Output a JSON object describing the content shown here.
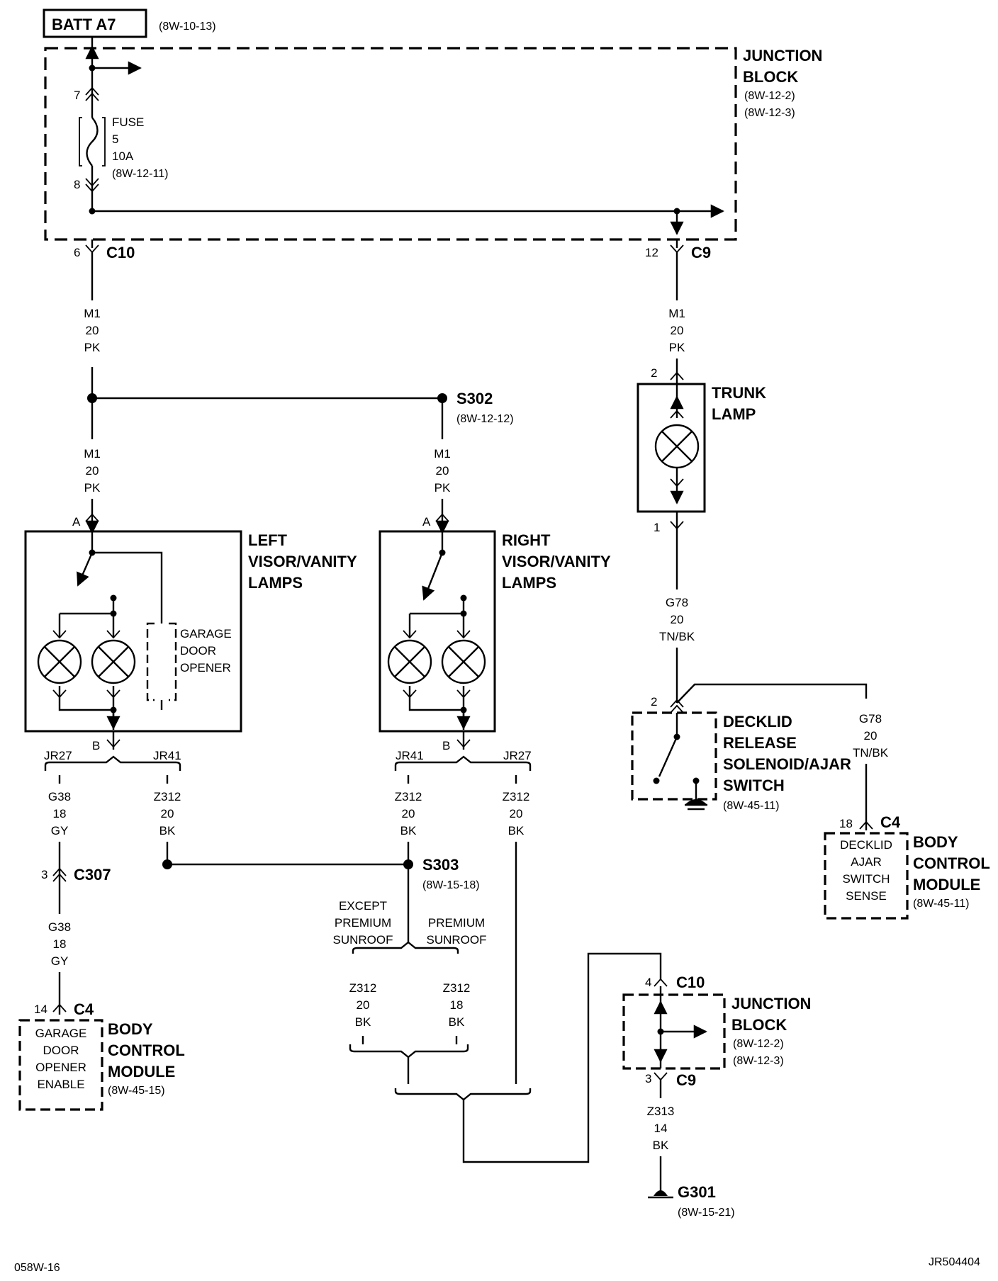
{
  "page_code": "058W-16",
  "figure_code": "JR504404",
  "batt": {
    "name": "BATT A7",
    "ref": "(8W-10-13)"
  },
  "junction_block_top": {
    "title1": "JUNCTION",
    "title2": "BLOCK",
    "ref1": "(8W-12-2)",
    "ref2": "(8W-12-3)"
  },
  "fuse": {
    "label": "FUSE",
    "number": "5",
    "rating": "10A",
    "ref": "(8W-12-11)",
    "pin_in": "7",
    "pin_out": "8"
  },
  "connectors": {
    "c10_top": {
      "pin": "6",
      "name": "C10"
    },
    "c9_top": {
      "pin": "12",
      "name": "C9"
    },
    "c307": {
      "pin": "3",
      "name": "C307"
    },
    "c4_left": {
      "pin": "14",
      "name": "C4"
    },
    "c4_right": {
      "pin": "18",
      "name": "C4"
    },
    "c10_bottom": {
      "pin": "4",
      "name": "C10"
    },
    "c9_bottom": {
      "pin": "3",
      "name": "C9"
    }
  },
  "wires": {
    "m1_left_upper": {
      "circuit": "M1",
      "gauge": "20",
      "color": "PK"
    },
    "m1_right_trunk": {
      "circuit": "M1",
      "gauge": "20",
      "color": "PK"
    },
    "m1_left_lower": {
      "circuit": "M1",
      "gauge": "20",
      "color": "PK"
    },
    "m1_s302": {
      "circuit": "M1",
      "gauge": "20",
      "color": "PK"
    },
    "g78_lamp": {
      "circuit": "G78",
      "gauge": "20",
      "color": "TN/BK"
    },
    "g78_bcm": {
      "circuit": "G78",
      "gauge": "20",
      "color": "TN/BK"
    },
    "g38_upper": {
      "circuit": "G38",
      "gauge": "18",
      "color": "GY"
    },
    "g38_lower": {
      "circuit": "G38",
      "gauge": "18",
      "color": "GY"
    },
    "z312_left": {
      "circuit": "Z312",
      "gauge": "20",
      "color": "BK"
    },
    "z312_right_a": {
      "circuit": "Z312",
      "gauge": "20",
      "color": "BK"
    },
    "z312_right_b": {
      "circuit": "Z312",
      "gauge": "20",
      "color": "BK"
    },
    "z312_except": {
      "circuit": "Z312",
      "gauge": "20",
      "color": "BK"
    },
    "z312_premium": {
      "circuit": "Z312",
      "gauge": "18",
      "color": "BK"
    },
    "z313": {
      "circuit": "Z313",
      "gauge": "14",
      "color": "BK"
    }
  },
  "splices": {
    "s302": {
      "name": "S302",
      "ref": "(8W-12-12)"
    },
    "s303": {
      "name": "S303",
      "ref": "(8W-15-18)"
    }
  },
  "trunk_lamp": {
    "line1": "TRUNK",
    "line2": "LAMP",
    "pin_top": "2",
    "pin_bottom": "1"
  },
  "left_visor": {
    "line1": "LEFT",
    "line2": "VISOR/VANITY",
    "line3": "LAMPS",
    "pin_a": "A",
    "pin_b": "B",
    "gdo1": "GARAGE",
    "gdo2": "DOOR",
    "gdo3": "OPENER"
  },
  "right_visor": {
    "line1": "RIGHT",
    "line2": "VISOR/VANITY",
    "line3": "LAMPS",
    "pin_a": "A",
    "pin_b": "B"
  },
  "jr_left": {
    "a": "JR27",
    "b": "JR41"
  },
  "jr_right": {
    "a": "JR41",
    "b": "JR27"
  },
  "decklid": {
    "line1": "DECKLID",
    "line2": "RELEASE",
    "line3": "SOLENOID/AJAR",
    "line4": "SWITCH",
    "ref": "(8W-45-11)",
    "pin": "2"
  },
  "bcm_right": {
    "line1": "BODY",
    "line2": "CONTROL",
    "line3": "MODULE",
    "ref": "(8W-45-11)",
    "in1": "DECKLID",
    "in2": "AJAR",
    "in3": "SWITCH",
    "in4": "SENSE"
  },
  "bcm_left": {
    "line1": "BODY",
    "line2": "CONTROL",
    "line3": "MODULE",
    "ref": "(8W-45-15)",
    "in1": "GARAGE",
    "in2": "DOOR",
    "in3": "OPENER",
    "in4": "ENABLE"
  },
  "sunroof": {
    "except1": "EXCEPT",
    "except2": "PREMIUM",
    "except3": "SUNROOF",
    "prem1": "PREMIUM",
    "prem2": "SUNROOF"
  },
  "junction_block_bottom": {
    "title1": "JUNCTION",
    "title2": "BLOCK",
    "ref1": "(8W-12-2)",
    "ref2": "(8W-12-3)"
  },
  "ground": {
    "name": "G301",
    "ref": "(8W-15-21)"
  }
}
